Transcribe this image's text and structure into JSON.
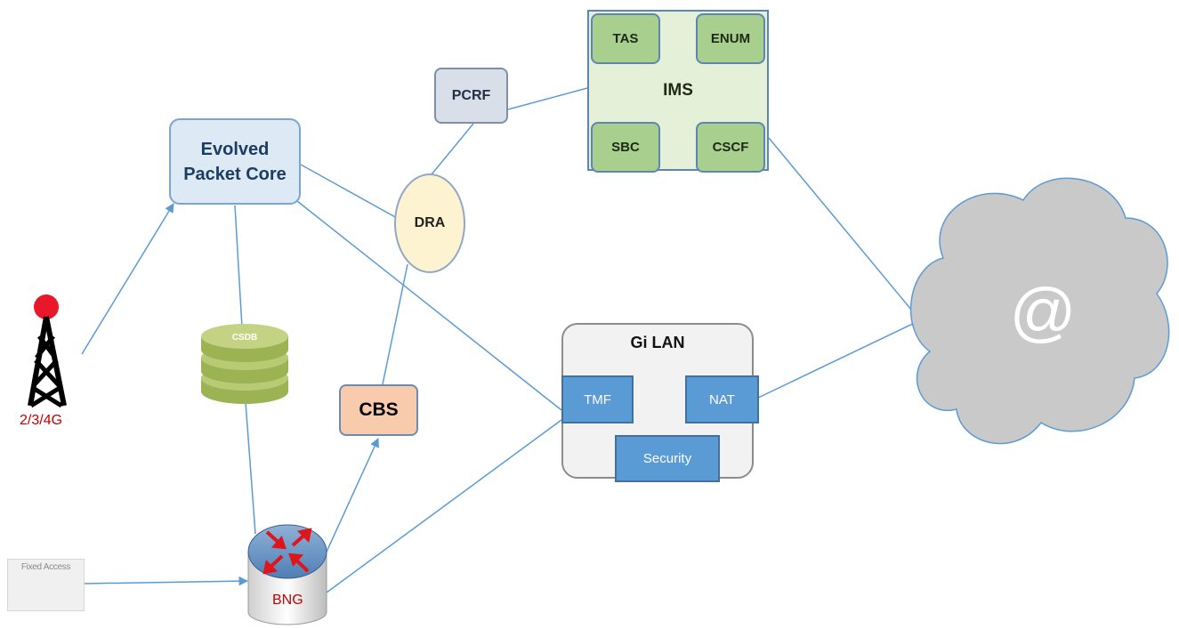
{
  "nodes": {
    "epc": "Evolved Packet Core",
    "pcrf": "PCRF",
    "dra": "DRA",
    "ims": {
      "title": "IMS",
      "tas": "TAS",
      "enum": "ENUM",
      "sbc": "SBC",
      "cscf": "CSCF"
    },
    "csdb": "CSDB",
    "cbs": "CBS",
    "gi_lan": {
      "title": "Gi LAN",
      "tmf": "TMF",
      "nat": "NAT",
      "security": "Security"
    },
    "tower_label": "2/3/4G",
    "fixed_access": "Fixed Access",
    "bng": "BNG",
    "internet": "@"
  },
  "colors": {
    "line": "#5b9bd5",
    "ims_fill": "#e4f0d8",
    "ims_sub_fill": "#a9cf8e",
    "gi_sub_fill": "#5b9bd5",
    "cbs_fill": "#f8cbad",
    "dra_fill": "#fdf3d1",
    "cloud_fill": "#c9c9c9",
    "label_red": "#c00000"
  }
}
